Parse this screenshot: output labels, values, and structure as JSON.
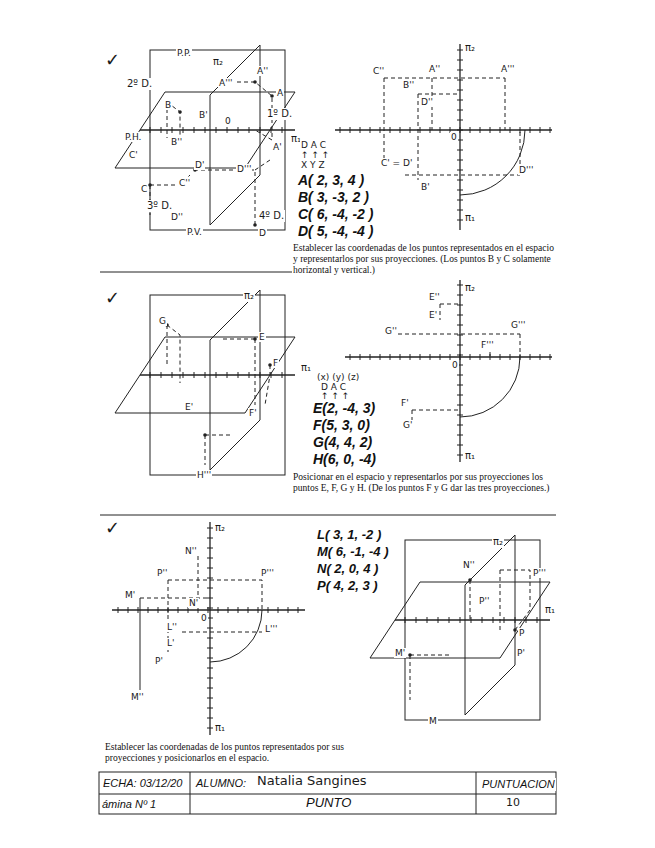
{
  "diagram": {
    "labels": [
      "✓",
      "P.P.",
      "π₂",
      "2º D.",
      "A'''",
      "A''",
      "A",
      "1º D.",
      "B",
      "B'",
      "0",
      "π₁",
      "P.H.",
      "B''",
      "C'",
      "A'",
      "D'''",
      "C",
      "C''",
      "3º D.",
      "D'",
      "D''",
      "P.V.",
      "4º D.",
      "D",
      "D   A   C",
      "↑   ↑   ↑",
      "X   Y   Z",
      "A( 2, 3, 4 )",
      "B( 3, -3, 2 )",
      "C( 6, -4, -2 )",
      "D( 5, -4, -4 )",
      "Establecer las coordenadas de los puntos representados en el espacio y representarlos por sus proyecciones. (Los puntos B y C solamente horizontal y vertical.)",
      "π₂",
      "C''",
      "A''",
      "A'''",
      "B''",
      "D''",
      "0",
      "C' = D'",
      "B'",
      "D'''",
      "π₁",
      "✓",
      "π₂",
      "G",
      "E",
      "F",
      "E'",
      "F'",
      "H'''",
      "π₁",
      "(x)  (y)  (z)",
      "D  A  C",
      "↑  ↑  ↑",
      "E(2, -4, 3)",
      "F(5, 3, 0)",
      "G(4, 4, 2)",
      "H(6, 0, -4)",
      "Posicionar en el espacio y representarlos por sus proyecciones los puntos E, F, G y H. (De los puntos F y G dar las tres proyecciones.)",
      "π₂",
      "E''",
      "E'",
      "G''",
      "G'''",
      "0",
      "F'''",
      "F'",
      "G'",
      "π₁",
      "✓",
      "π₂",
      "N''",
      "P''",
      "P'''",
      "M'",
      "N'",
      "0",
      "L''",
      "L'",
      "L'''",
      "P'",
      "M''",
      "π₁",
      "L( 3, 1, -2 )",
      "M( 6, -1, -4 )",
      "N( 2, 0, 4 )",
      "P( 4, 2, 3 )",
      "π₂",
      "N''",
      "P'''",
      "P''",
      "P",
      "P'",
      "M'",
      "π₁",
      "M",
      "Establecer las coordenadas de los puntos representados por sus proyecciones y posicionarlos en el espacio.",
      "ECHA: 03/12/20",
      "ALUMNO:",
      "Natalia Sangines",
      "PUNTUACION",
      "ámina Nº 1",
      "PUNTO",
      "10"
    ]
  }
}
